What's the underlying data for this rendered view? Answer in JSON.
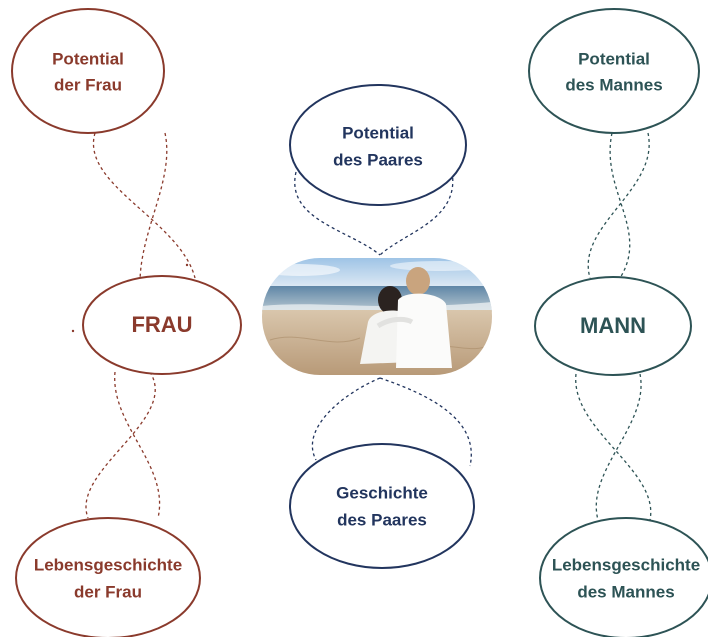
{
  "colors": {
    "woman": "#8a3a2c",
    "couple": "#22355e",
    "man": "#2d5355"
  },
  "nodes": {
    "woman_potential": {
      "line1": "Potential",
      "line2": "der Frau"
    },
    "woman_center": {
      "label": "FRAU"
    },
    "woman_history": {
      "line1": "Lebensgeschichte",
      "line2": "der Frau"
    },
    "couple_potential": {
      "line1": "Potential",
      "line2": "des Paares"
    },
    "couple_history": {
      "line1": "Geschichte",
      "line2": "des Paares"
    },
    "man_potential": {
      "line1": "Potential",
      "line2": "des Mannes"
    },
    "man_center": {
      "label": "MANN"
    },
    "man_history": {
      "line1": "Lebensgeschichte",
      "line2": "des Mannes"
    }
  },
  "photo": {
    "subject": "couple-on-beach"
  }
}
